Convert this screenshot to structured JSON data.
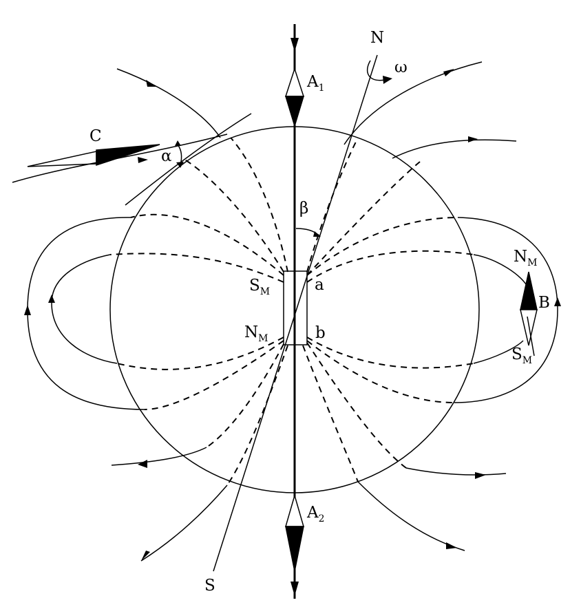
{
  "labels": {
    "N": "N",
    "S": "S",
    "omega": "ω",
    "A1_main": "A",
    "A1_sub": "1",
    "A2_main": "A",
    "A2_sub": "2",
    "C": "C",
    "alpha": "α",
    "beta": "β",
    "a": "a",
    "b": "b",
    "B": "B",
    "SM_left_main": "S",
    "SM_left_sub": "M",
    "NM_left_main": "N",
    "NM_left_sub": "M",
    "NM_right_main": "N",
    "NM_right_sub": "M",
    "SM_right_main": "S",
    "SM_right_sub": "M"
  },
  "colors": {
    "ink": "#000000",
    "background": "#ffffff"
  }
}
